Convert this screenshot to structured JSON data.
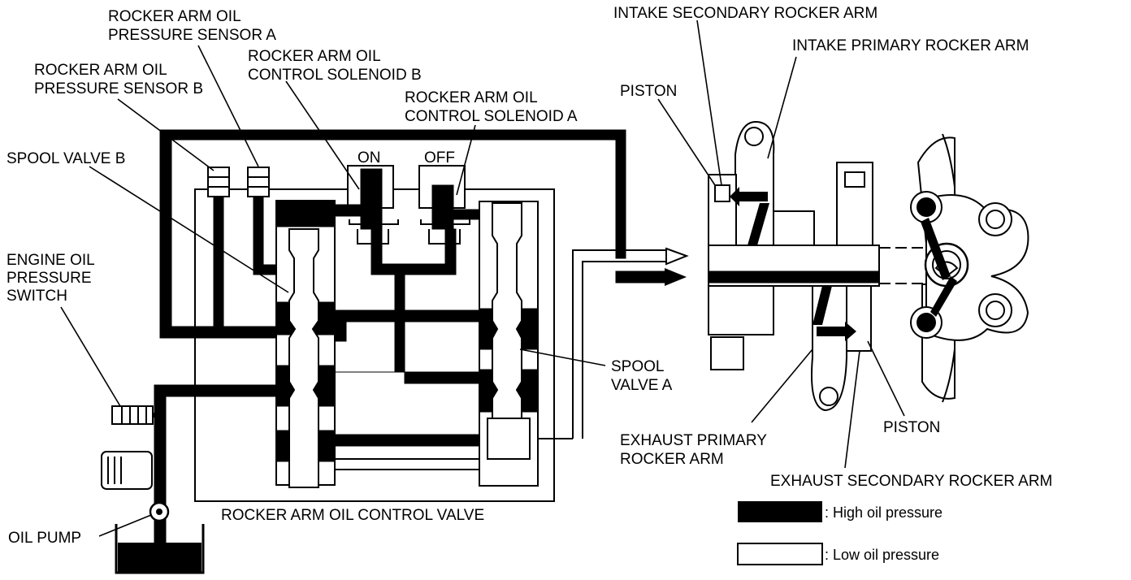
{
  "labels": {
    "sensor_a_1": "ROCKER ARM OIL",
    "sensor_a_2": "PRESSURE SENSOR A",
    "sensor_b_1": "ROCKER ARM OIL",
    "sensor_b_2": "PRESSURE SENSOR B",
    "solenoid_b_1": "ROCKER ARM OIL",
    "solenoid_b_2": "CONTROL SOLENOID B",
    "solenoid_a_1": "ROCKER ARM OIL",
    "solenoid_a_2": "CONTROL SOLENOID A",
    "on": "ON",
    "off": "OFF",
    "spool_b": "SPOOL VALVE B",
    "engine_oil_1": "ENGINE OIL",
    "engine_oil_2": "PRESSURE",
    "engine_oil_3": "SWITCH",
    "oil_pump": "OIL PUMP",
    "control_valve": "ROCKER ARM OIL CONTROL VALVE",
    "spool_a_1": "SPOOL",
    "spool_a_2": "VALVE A",
    "intake_secondary": "INTAKE SECONDARY ROCKER ARM",
    "intake_primary": "INTAKE PRIMARY ROCKER ARM",
    "piston_top": "PISTON",
    "piston_bottom": "PISTON",
    "exhaust_primary_1": "EXHAUST PRIMARY",
    "exhaust_primary_2": "ROCKER ARM",
    "exhaust_secondary": "EXHAUST SECONDARY ROCKER ARM"
  },
  "legend": {
    "high": ": High oil pressure",
    "low": ": Low oil pressure"
  },
  "colors": {
    "high_pressure": "#000000",
    "low_pressure": "#ffffff"
  }
}
